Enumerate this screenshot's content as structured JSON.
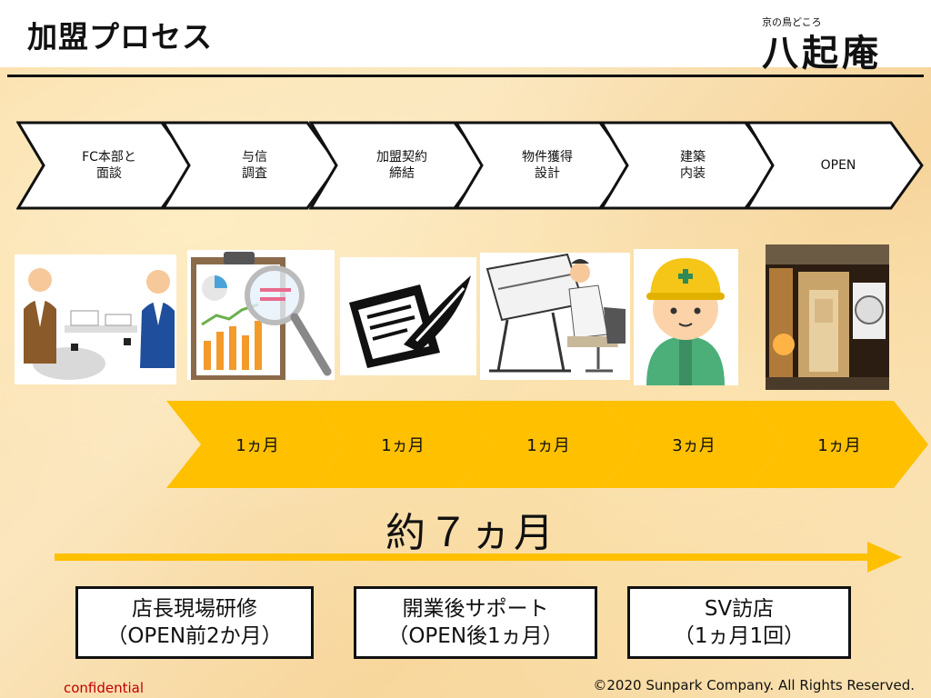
{
  "title": "加盟プロセス",
  "logo": {
    "sub": "京の鳥どころ",
    "main": "八起庵"
  },
  "steps": [
    {
      "label": "FC本部と\n面談"
    },
    {
      "label": "与信\n調査"
    },
    {
      "label": "加盟契約\n締結"
    },
    {
      "label": "物件獲得\n設計"
    },
    {
      "label": "建築\n内装"
    },
    {
      "label": "OPEN"
    }
  ],
  "durations": [
    "1ヵ月",
    "1ヵ月",
    "1ヵ月",
    "3ヵ月",
    "1ヵ月"
  ],
  "total": "約７ヵ月",
  "boxes": [
    {
      "line1": "店長現場研修",
      "line2": "（OPEN前2か月）"
    },
    {
      "line1": "開業後サポート",
      "line2": "（OPEN後1ヵ月）"
    },
    {
      "line1": "SV訪店",
      "line2": "（1ヵ月1回）"
    }
  ],
  "footer": {
    "confidential": "confidential",
    "copyright": "©2020 Sunpark Company. All Rights Reserved."
  },
  "colors": {
    "chevron_fill": "#ffffff",
    "chevron_stroke": "#111111",
    "duration_fill": "#ffc000",
    "arrow": "#ffc000",
    "confidential": "#c00000"
  },
  "icons": [
    "meeting-illustration-icon",
    "clipboard-magnifier-icon",
    "contract-pen-icon",
    "drafting-table-icon",
    "construction-worker-icon",
    "shop-entrance-photo"
  ]
}
